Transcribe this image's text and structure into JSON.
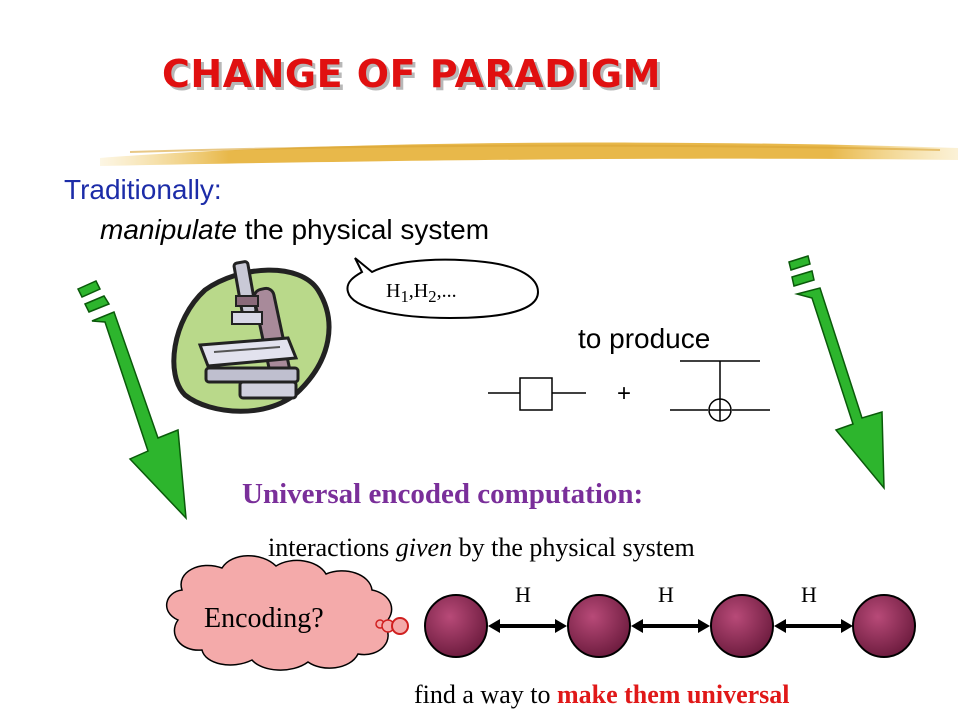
{
  "slide": {
    "title": "Change of paradigm",
    "traditionally": "Traditionally:",
    "manipulate_word": "manipulate",
    "manipulate_rest": " the physical system",
    "hamiltonian_sub1": "1",
    "hamiltonian_sub2": "2",
    "to_produce": "to produce",
    "plus": "+",
    "universal_heading": "Universal encoded computation:",
    "interactions_pre": "interactions ",
    "interactions_em": "given",
    "interactions_post": " by the physical system",
    "encoding": "Encoding?",
    "coupling_labels": [
      "H",
      "H",
      "H"
    ],
    "find_pre": "find a way to ",
    "find_emph": "make them universal"
  },
  "colors": {
    "title": "#e01010",
    "traditionally": "#1c2ca8",
    "universal_heading": "#7a2f9a",
    "highlight": "#e01818",
    "arrow_green": "#2db52d",
    "qubit": "#8a2a52",
    "cloud_fill": "#f4aaaa",
    "microscope_blob": "#b9d98a"
  },
  "icons": [
    "microscope-icon",
    "green-arrow-icon",
    "cnot-gate-icon",
    "single-qubit-gate-icon",
    "thought-cloud-icon",
    "speech-bubble-icon"
  ]
}
